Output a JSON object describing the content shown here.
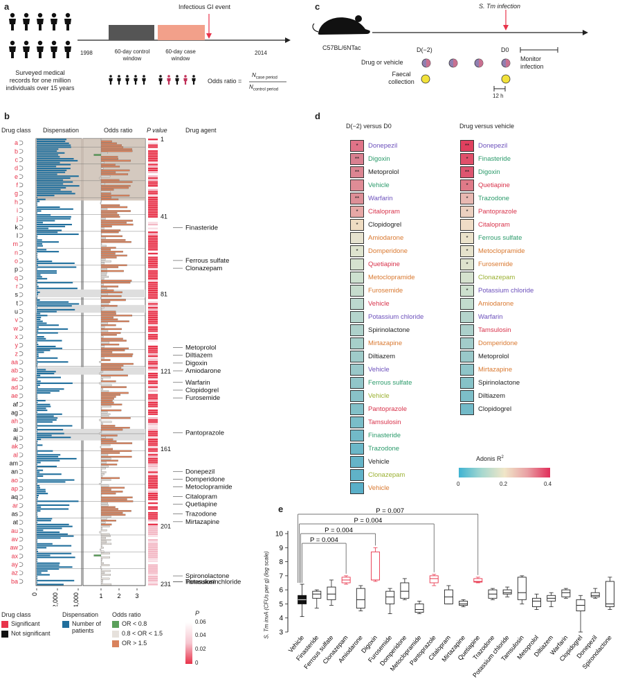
{
  "panel_a": {
    "label": "a",
    "event_label": "Infectious GI event",
    "year_start": "1998",
    "year_end": "2014",
    "control_window": "60-day control window",
    "case_window": "60-day case window",
    "people_caption": "Surveyed medical records for one million individuals over 15 years",
    "odds_ratio_label": "Odds ratio =",
    "or_numerator": "N",
    "or_numerator_sub": "case period",
    "or_denominator": "N",
    "or_denominator_sub": "control period"
  },
  "panel_c": {
    "label": "c",
    "infection_label": "S. Tm infection",
    "mouse_strain": "C57BL/6NTac",
    "day_minus2": "D(−2)",
    "day0": "D0",
    "drug_row": "Drug or vehicle",
    "faecal_row": "Faecal collection",
    "monitor": "Monitor infection",
    "interval": "12 h"
  },
  "panel_b": {
    "label": "b",
    "headers": {
      "drug_class": "Drug class",
      "dispensation": "Dispensation",
      "odds_ratio": "Odds ratio",
      "p_value": "P value",
      "drug_agent": "Drug agent"
    },
    "class_labels": [
      "a",
      "b",
      "c",
      "d",
      "e",
      "f",
      "g",
      "h",
      "i",
      "j",
      "k",
      "l",
      "m",
      "n",
      "o",
      "p",
      "q",
      "r",
      "s",
      "t",
      "u",
      "v",
      "w",
      "x",
      "y",
      "z",
      "aa",
      "ab",
      "ac",
      "ad",
      "ae",
      "af",
      "ag",
      "ah",
      "ai",
      "aj",
      "ak",
      "al",
      "am",
      "an",
      "ao",
      "ap",
      "aq",
      "ar",
      "as",
      "at",
      "au",
      "av",
      "aw",
      "ax",
      "ay",
      "az",
      "ba"
    ],
    "significant_classes": [
      "a",
      "b",
      "c",
      "d",
      "e",
      "f",
      "g",
      "h",
      "i",
      "j",
      "m",
      "n",
      "o",
      "q",
      "r",
      "v",
      "w",
      "x",
      "y",
      "z",
      "aa",
      "ab",
      "ac",
      "ad",
      "ae",
      "ah",
      "ak",
      "al",
      "ao",
      "ap",
      "ar",
      "au",
      "av",
      "aw",
      "ax",
      "ay",
      "az",
      "ba"
    ],
    "rank_ticks": [
      "1",
      "41",
      "81",
      "121",
      "161",
      "201",
      "231"
    ],
    "x_ticks_dispensation": [
      "0",
      "2,000",
      "4,000"
    ],
    "x_ticks_or": [
      "1",
      "2",
      "3"
    ],
    "agents": [
      "Finasteride",
      "Ferrous sulfate",
      "Clonazepam",
      "Metoprolol",
      "Diltiazem",
      "Digoxin",
      "Amiodarone",
      "Warfarin",
      "Clopidogrel",
      "Furosemide",
      "Pantoprazole",
      "Donepezil",
      "Domperidone",
      "Metoclopramide",
      "Citalopram",
      "Quetiapine",
      "Trazodone",
      "Mirtazapine",
      "Spironolactone",
      "Potassium chloride",
      "Tamsulosin"
    ]
  },
  "legend_b": {
    "drug_class_title": "Drug class",
    "significant": "Significant",
    "not_significant": "Not significant",
    "dispensation_title": "Dispensation",
    "dispensation_item": "Number of patients",
    "or_title": "Odds ratio",
    "or_items": [
      "OR < 0.8",
      "0.8 < OR < 1.5",
      "OR > 1.5"
    ],
    "p_title": "P",
    "p_ticks": [
      "0.06",
      "0.04",
      "0.02",
      "0"
    ],
    "colors": {
      "significant": "#e8334a",
      "not_significant": "#111111",
      "dispensation": "#1f6e9c",
      "or_low": "#5aa05a",
      "or_mid": "#e6e1dc",
      "or_high": "#d9825c"
    }
  },
  "panel_d": {
    "label": "d",
    "col1_title": "D(−2) versus D0",
    "col2_title": "Drug versus vehicle",
    "legend_title": "Adonis R",
    "legend_sup": "2",
    "legend_ticks": [
      "0",
      "0.2",
      "0.4"
    ],
    "col1": [
      {
        "name": "Donepezil",
        "color": "#6b4fbb",
        "cell": "#e07388",
        "star": "*"
      },
      {
        "name": "Digoxin",
        "color": "#2a9a6a",
        "cell": "#d98090",
        "star": "**"
      },
      {
        "name": "Metoprolol",
        "color": "#222222",
        "cell": "#dc8592",
        "star": "**"
      },
      {
        "name": "Vehicle",
        "color": "#2a9a6a",
        "cell": "#df8c96",
        "star": ""
      },
      {
        "name": "Warfarin",
        "color": "#6b4fbb",
        "cell": "#dd8f97",
        "star": "**"
      },
      {
        "name": "Citalopram",
        "color": "#d8324a",
        "cell": "#e7a8a6",
        "star": "*"
      },
      {
        "name": "Clopidogrel",
        "color": "#222222",
        "cell": "#efdcc2",
        "star": "*"
      },
      {
        "name": "Amiodarone",
        "color": "#d9782f",
        "cell": "#e6e2cf",
        "star": ""
      },
      {
        "name": "Domperidone",
        "color": "#d9782f",
        "cell": "#dfe4cf",
        "star": "*"
      },
      {
        "name": "Quetiapine",
        "color": "#d8324a",
        "cell": "#d5e2cf",
        "star": ""
      },
      {
        "name": "Metoclopramide",
        "color": "#d9782f",
        "cell": "#cde0cf",
        "star": ""
      },
      {
        "name": "Furosemide",
        "color": "#d9782f",
        "cell": "#c6dccd",
        "star": ""
      },
      {
        "name": "Vehicle",
        "color": "#d8324a",
        "cell": "#bcd8ce",
        "star": ""
      },
      {
        "name": "Potassium chloride",
        "color": "#6b4fbb",
        "cell": "#b5d4cc",
        "star": ""
      },
      {
        "name": "Spirinolactone",
        "color": "#222222",
        "cell": "#aed1cb",
        "star": ""
      },
      {
        "name": "Mirtazapine",
        "color": "#d9782f",
        "cell": "#a6cfca",
        "star": ""
      },
      {
        "name": "Diltiazem",
        "color": "#222222",
        "cell": "#9fcbc9",
        "star": ""
      },
      {
        "name": "Vehicle",
        "color": "#6b4fbb",
        "cell": "#99c8c9",
        "star": ""
      },
      {
        "name": "Ferrous sulfate",
        "color": "#2a9a6a",
        "cell": "#91c6c9",
        "star": ""
      },
      {
        "name": "Vehicle",
        "color": "#9ab030",
        "cell": "#89c2c8",
        "star": ""
      },
      {
        "name": "Pantoprazole",
        "color": "#d8324a",
        "cell": "#82c0c8",
        "star": ""
      },
      {
        "name": "Tamsulosin",
        "color": "#d8324a",
        "cell": "#7abdc8",
        "star": ""
      },
      {
        "name": "Finasteride",
        "color": "#2a9a6a",
        "cell": "#72bac8",
        "star": ""
      },
      {
        "name": "Trazodone",
        "color": "#2a9a6a",
        "cell": "#6bb7c8",
        "star": ""
      },
      {
        "name": "Vehicle",
        "color": "#222222",
        "cell": "#65b4c8",
        "star": ""
      },
      {
        "name": "Clonazepam",
        "color": "#9ab030",
        "cell": "#60b2c8",
        "star": ""
      },
      {
        "name": "Vehicle",
        "color": "#d9782f",
        "cell": "#5aafc8",
        "star": ""
      }
    ],
    "col2": [
      {
        "name": "Donepezil",
        "color": "#6b4fbb",
        "cell": "#e0405f",
        "star": "**"
      },
      {
        "name": "Finasteride",
        "color": "#2a9a6a",
        "cell": "#e0506a",
        "star": "*"
      },
      {
        "name": "Digoxin",
        "color": "#2a9a6a",
        "cell": "#dd5670",
        "star": "**"
      },
      {
        "name": "Quetiapine",
        "color": "#d8324a",
        "cell": "#e07a88",
        "star": "*"
      },
      {
        "name": "Trazodone",
        "color": "#2a9a6a",
        "cell": "#e8b8b2",
        "star": "*"
      },
      {
        "name": "Pantoprazole",
        "color": "#d8324a",
        "cell": "#ecd0c0",
        "star": "*"
      },
      {
        "name": "Citalopram",
        "color": "#d8324a",
        "cell": "#f0dcc6",
        "star": ""
      },
      {
        "name": "Ferrous sulfate",
        "color": "#2a9a6a",
        "cell": "#ebe2cb",
        "star": "*"
      },
      {
        "name": "Metoclopramide",
        "color": "#d9782f",
        "cell": "#e6e2cc",
        "star": "*"
      },
      {
        "name": "Furosemide",
        "color": "#d9782f",
        "cell": "#dee2cd",
        "star": "*"
      },
      {
        "name": "Clonazepam",
        "color": "#9ab030",
        "cell": "#d5e1ce",
        "star": ""
      },
      {
        "name": "Potassium chloride",
        "color": "#6b4fbb",
        "cell": "#cde0ce",
        "star": "*"
      },
      {
        "name": "Amiodarone",
        "color": "#d9782f",
        "cell": "#c2dbcd",
        "star": ""
      },
      {
        "name": "Warfarin",
        "color": "#6b4fbb",
        "cell": "#b5d4cc",
        "star": ""
      },
      {
        "name": "Tamsulosin",
        "color": "#d8324a",
        "cell": "#acd0cb",
        "star": ""
      },
      {
        "name": "Domperidone",
        "color": "#d9782f",
        "cell": "#a2ccca",
        "star": ""
      },
      {
        "name": "Metoprolol",
        "color": "#222222",
        "cell": "#99c8c9",
        "star": ""
      },
      {
        "name": "Mirtazapine",
        "color": "#d9782f",
        "cell": "#8fc5c9",
        "star": ""
      },
      {
        "name": "Spirinolactone",
        "color": "#222222",
        "cell": "#86c2c8",
        "star": ""
      },
      {
        "name": "Diltiazem",
        "color": "#222222",
        "cell": "#7dbec8",
        "star": ""
      },
      {
        "name": "Clopidogrel",
        "color": "#222222",
        "cell": "#73bac8",
        "star": ""
      }
    ]
  },
  "panel_e": {
    "label": "e",
    "ylabel": "S. Tm invA (CFUs per g) (log scale)",
    "y_ticks": [
      "3",
      "4",
      "5",
      "6",
      "7",
      "8",
      "9",
      "10"
    ],
    "p_labels": [
      "P = 0.007",
      "P = 0.004",
      "P = 0.004",
      "P = 0.004"
    ]
  },
  "chart_data": {
    "type": "box",
    "categories": [
      "Vehicle",
      "Finasteride",
      "Ferrous sulfate",
      "Clonazepam",
      "Amiodarone",
      "Digoxin",
      "Furosemide",
      "Domperidone",
      "Metoclopramide",
      "Pantoprazole",
      "Citalopram",
      "Mirtazapine",
      "Quetiapine",
      "Trazodone",
      "Potassium chloride",
      "Tamsulosin",
      "Metoprolol",
      "Diltiazem",
      "Warfarin",
      "Clopidogrel",
      "Donepezil",
      "Spironolactone"
    ],
    "ylim": [
      3,
      10
    ],
    "boxes": [
      {
        "min": 4.1,
        "q1": 5.0,
        "median": 5.3,
        "q3": 5.6,
        "max": 6.4,
        "color": "#111111",
        "filled": true
      },
      {
        "min": 4.7,
        "q1": 5.4,
        "median": 5.7,
        "q3": 5.9,
        "max": 6.0,
        "color": "#222222"
      },
      {
        "min": 4.9,
        "q1": 5.3,
        "median": 5.7,
        "q3": 6.2,
        "max": 6.7,
        "color": "#222222"
      },
      {
        "min": 6.4,
        "q1": 6.5,
        "median": 6.7,
        "q3": 6.9,
        "max": 7.0,
        "color": "#e8334a"
      },
      {
        "min": 4.5,
        "q1": 4.7,
        "median": 5.3,
        "q3": 6.1,
        "max": 6.3,
        "color": "#222222"
      },
      {
        "min": 6.6,
        "q1": 6.7,
        "median": 6.7,
        "q3": 8.7,
        "max": 9.0,
        "color": "#e8334a"
      },
      {
        "min": 4.3,
        "q1": 5.0,
        "median": 5.5,
        "q3": 5.9,
        "max": 6.1,
        "color": "#222222"
      },
      {
        "min": 5.3,
        "q1": 5.4,
        "median": 5.9,
        "q3": 6.5,
        "max": 6.8,
        "color": "#222222"
      },
      {
        "min": 4.3,
        "q1": 4.4,
        "median": 4.6,
        "q3": 5.0,
        "max": 5.2,
        "color": "#222222"
      },
      {
        "min": 6.3,
        "q1": 6.5,
        "median": 6.8,
        "q3": 7.0,
        "max": 7.1,
        "color": "#e8334a"
      },
      {
        "min": 5.0,
        "q1": 5.0,
        "median": 5.5,
        "q3": 6.0,
        "max": 6.3,
        "color": "#222222"
      },
      {
        "min": 4.8,
        "q1": 4.9,
        "median": 5.0,
        "q3": 5.2,
        "max": 5.3,
        "color": "#222222"
      },
      {
        "min": 6.5,
        "q1": 6.55,
        "median": 6.6,
        "q3": 6.8,
        "max": 6.9,
        "color": "#e8334a"
      },
      {
        "min": 5.3,
        "q1": 5.4,
        "median": 5.7,
        "q3": 6.0,
        "max": 6.1,
        "color": "#222222"
      },
      {
        "min": 5.5,
        "q1": 5.7,
        "median": 5.8,
        "q3": 6.0,
        "max": 6.2,
        "color": "#222222"
      },
      {
        "min": 5.0,
        "q1": 5.3,
        "median": 5.8,
        "q3": 6.9,
        "max": 7.0,
        "color": "#222222"
      },
      {
        "min": 4.6,
        "q1": 4.8,
        "median": 5.2,
        "q3": 5.4,
        "max": 5.7,
        "color": "#222222"
      },
      {
        "min": 4.8,
        "q1": 5.2,
        "median": 5.4,
        "q3": 5.6,
        "max": 5.8,
        "color": "#222222"
      },
      {
        "min": 5.4,
        "q1": 5.5,
        "median": 5.8,
        "q3": 6.0,
        "max": 6.1,
        "color": "#222222"
      },
      {
        "min": 3.0,
        "q1": 4.5,
        "median": 4.9,
        "q3": 5.3,
        "max": 5.6,
        "color": "#222222"
      },
      {
        "min": 5.4,
        "q1": 5.5,
        "median": 5.6,
        "q3": 5.8,
        "max": 6.1,
        "color": "#222222"
      },
      {
        "min": 4.6,
        "q1": 4.8,
        "median": 5.0,
        "q3": 6.6,
        "max": 6.9,
        "color": "#222222"
      }
    ],
    "comparisons": [
      {
        "from": 0,
        "to": 12,
        "p": "P = 0.007"
      },
      {
        "from": 0,
        "to": 9,
        "p": "P = 0.004"
      },
      {
        "from": 0,
        "to": 5,
        "p": "P = 0.004"
      },
      {
        "from": 0,
        "to": 3,
        "p": "P = 0.004"
      }
    ]
  }
}
